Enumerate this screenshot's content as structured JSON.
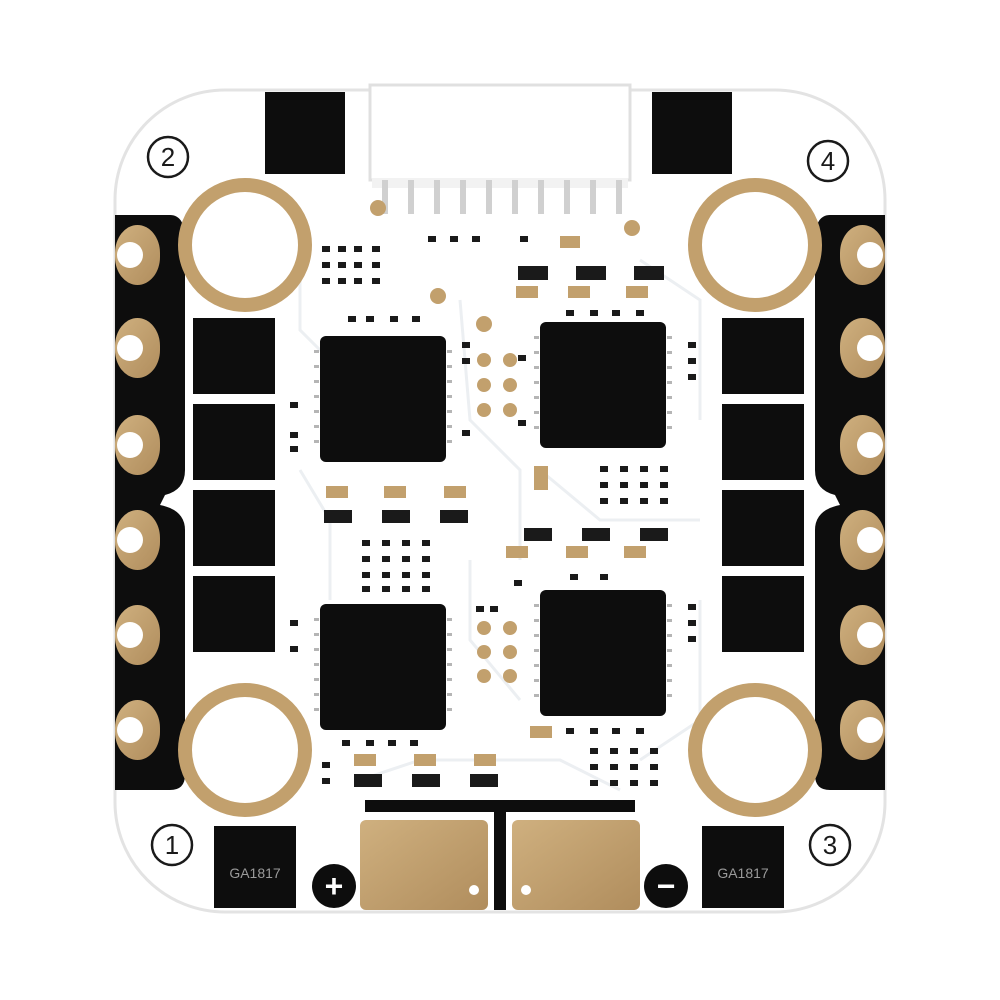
{
  "board": {
    "corner_labels": [
      "2",
      "4",
      "1",
      "3"
    ],
    "mosfet_marking_left": "GA1817",
    "mosfet_marking_right": "GA1817",
    "polarity_plus": "+",
    "polarity_minus": "−"
  },
  "colors": {
    "board": "#ffffff",
    "board_edge": "#e6e6e6",
    "copper": "#c2a06d",
    "copper_dark": "#a8865a",
    "chip": "#0d0d0d",
    "trace": "#e9ecef"
  }
}
